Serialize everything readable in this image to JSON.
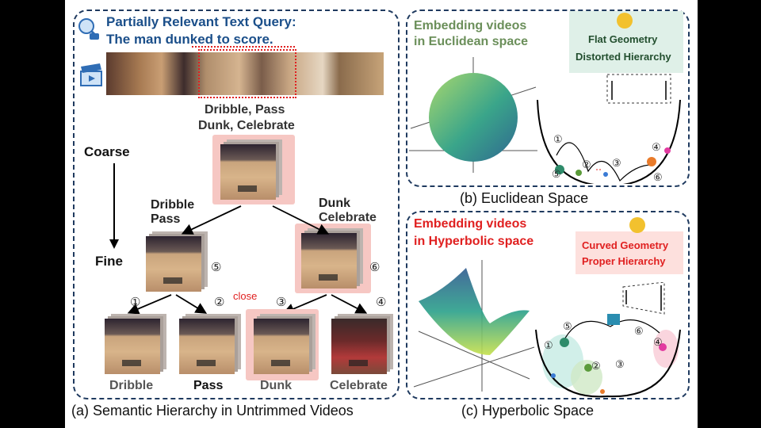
{
  "query": {
    "line1": "Partially Relevant Text Query:",
    "line2": "The man dunked to score."
  },
  "panel_a": {
    "caption": "(a) Semantic Hierarchy in Untrimmed Videos",
    "root_label_line1": "Dribble, Pass",
    "root_label_line2": "Dunk, Celebrate",
    "coarse": "Coarse",
    "fine": "Fine",
    "mid_left_line1": "Dribble",
    "mid_left_line2": "Pass",
    "mid_right_line1": "Dunk",
    "mid_right_line2": "Celebrate",
    "node5": "⑤",
    "node6": "⑥",
    "n1": "①",
    "n2": "②",
    "n3": "③",
    "n4": "④",
    "close": "close",
    "leaves": [
      "Dribble",
      "Pass",
      "Dunk",
      "Celebrate"
    ]
  },
  "panel_b": {
    "title_line1": "Embedding videos",
    "title_line2": "in Euclidean space",
    "box_line1": "Flat Geometry",
    "box_line2": "Distorted Hierarchy",
    "caption": "(b) Euclidean Space",
    "nums": [
      "①",
      "②",
      "③",
      "④",
      "⑤",
      "⑥"
    ]
  },
  "panel_c": {
    "title_line1": "Embedding videos",
    "title_line2": "in Hyperbolic  space",
    "box_line1": "Curved Geometry",
    "box_line2": "Proper Hierarchy",
    "caption": "(c) Hyperbolic Space",
    "nums": [
      "①",
      "②",
      "③",
      "④",
      "⑤",
      "⑥"
    ]
  },
  "colors": {
    "panel_border": "#1f3a5f",
    "query_text": "#1b4f8a",
    "euclid_title": "#6b8f5a",
    "hyper_title": "#e02020",
    "highlight_pink": "#f6c7c3"
  }
}
